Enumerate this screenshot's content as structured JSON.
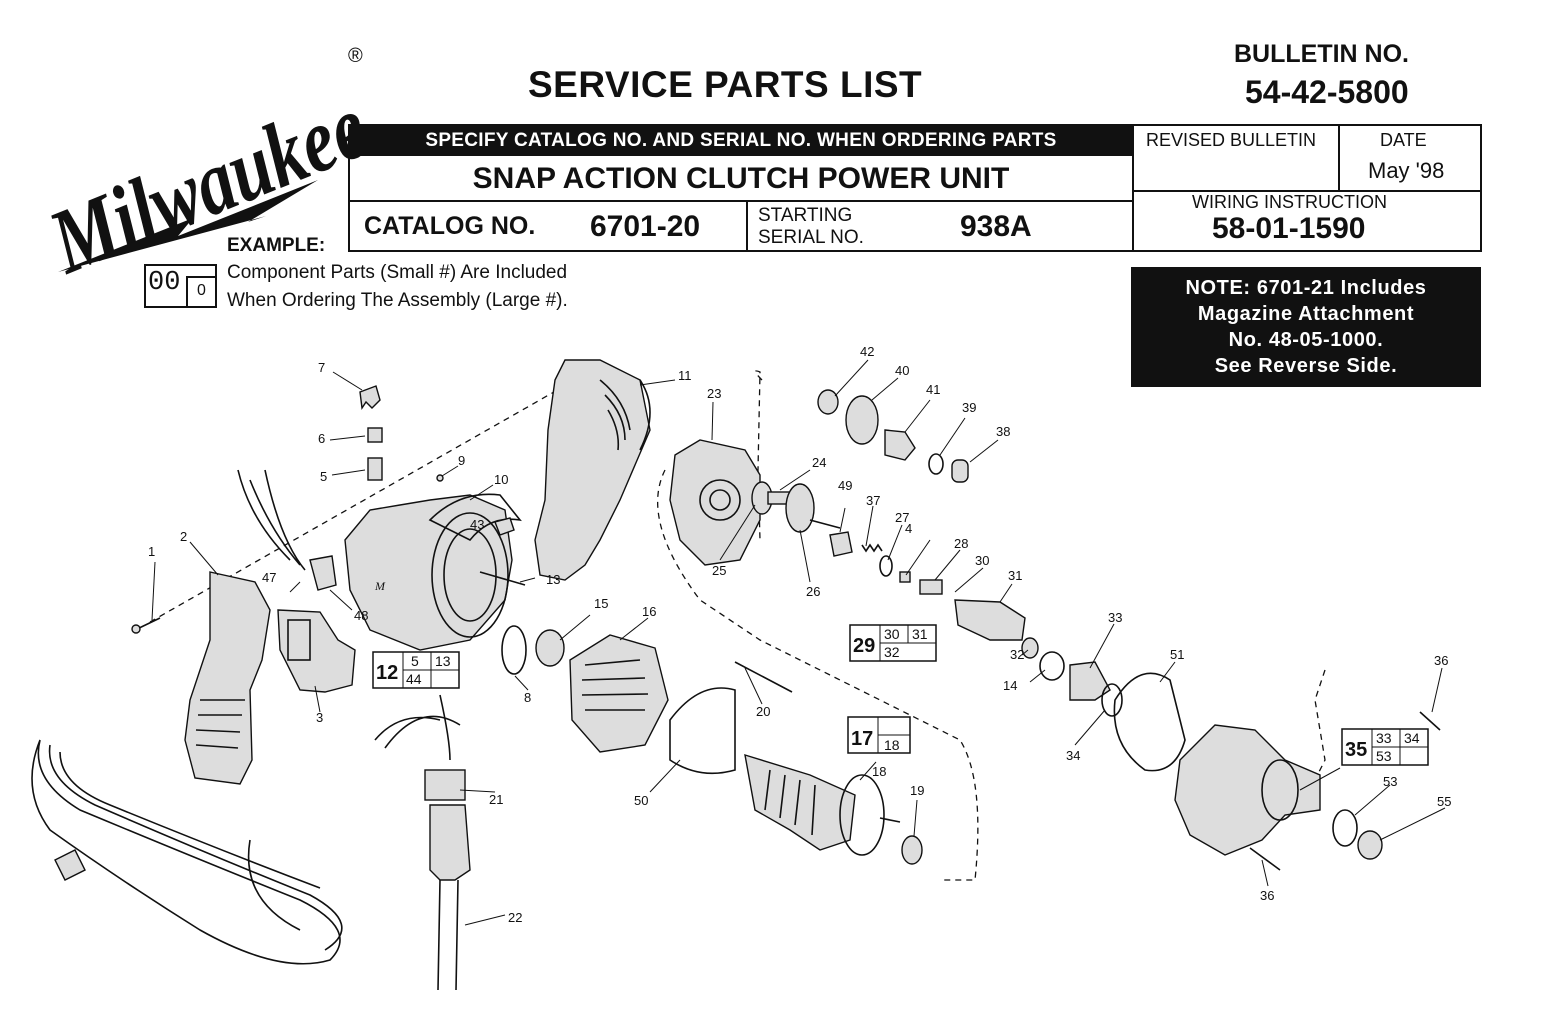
{
  "brand": "Milwaukee",
  "registered_mark": "®",
  "title": "SERVICE PARTS LIST",
  "bulletin": {
    "label": "BULLETIN NO.",
    "number": "54-42-5800"
  },
  "header": {
    "specify_note": "SPECIFY CATALOG NO. AND SERIAL NO. WHEN ORDERING PARTS",
    "product_name": "SNAP ACTION CLUTCH POWER UNIT",
    "catalog_label": "CATALOG NO.",
    "catalog_no": "6701-20",
    "serial_label_line1": "STARTING",
    "serial_label_line2": "SERIAL NO.",
    "serial_no": "938A",
    "revised_label": "REVISED BULLETIN",
    "date_label": "DATE",
    "date_value": "May '98",
    "wiring_label": "WIRING INSTRUCTION",
    "wiring_no": "58-01-1590"
  },
  "example": {
    "label": "EXAMPLE:",
    "big": "00",
    "small": "0",
    "line1": "Component Parts (Small #) Are Included",
    "line2": "When Ordering The Assembly (Large #)."
  },
  "note": {
    "line1": "NOTE: 6701-21 Includes",
    "line2": "Magazine Attachment",
    "line3": "No. 48-05-1000.",
    "line4": "See Reverse Side."
  },
  "part_labels": {
    "p1": "1",
    "p2": "2",
    "p3": "3",
    "p4": "4",
    "p5": "5",
    "p6": "6",
    "p7": "7",
    "p8": "8",
    "p9": "9",
    "p10": "10",
    "p11": "11",
    "p13": "13",
    "p14": "14",
    "p15": "15",
    "p16": "16",
    "p18": "18",
    "p19": "19",
    "p20": "20",
    "p21": "21",
    "p22": "22",
    "p23": "23",
    "p24": "24",
    "p25": "25",
    "p26": "26",
    "p27": "27",
    "p28": "28",
    "p30": "30",
    "p31": "31",
    "p32": "32",
    "p33": "33",
    "p34": "34",
    "p36a": "36",
    "p36b": "36",
    "p37": "37",
    "p38": "38",
    "p39": "39",
    "p40": "40",
    "p41": "41",
    "p42": "42",
    "p43": "43",
    "p47": "47",
    "p48": "48",
    "p49": "49",
    "p50": "50",
    "p51": "51",
    "p53": "53",
    "p55": "55"
  },
  "assemblies": {
    "a12": {
      "big": "12",
      "s1": "5",
      "s2": "13",
      "s3": "44"
    },
    "a17": {
      "big": "17",
      "s1": "18"
    },
    "a29": {
      "big": "29",
      "s1": "30",
      "s2": "31",
      "s3": "32"
    },
    "a35": {
      "big": "35",
      "s1": "33",
      "s2": "34",
      "s3": "53"
    }
  }
}
